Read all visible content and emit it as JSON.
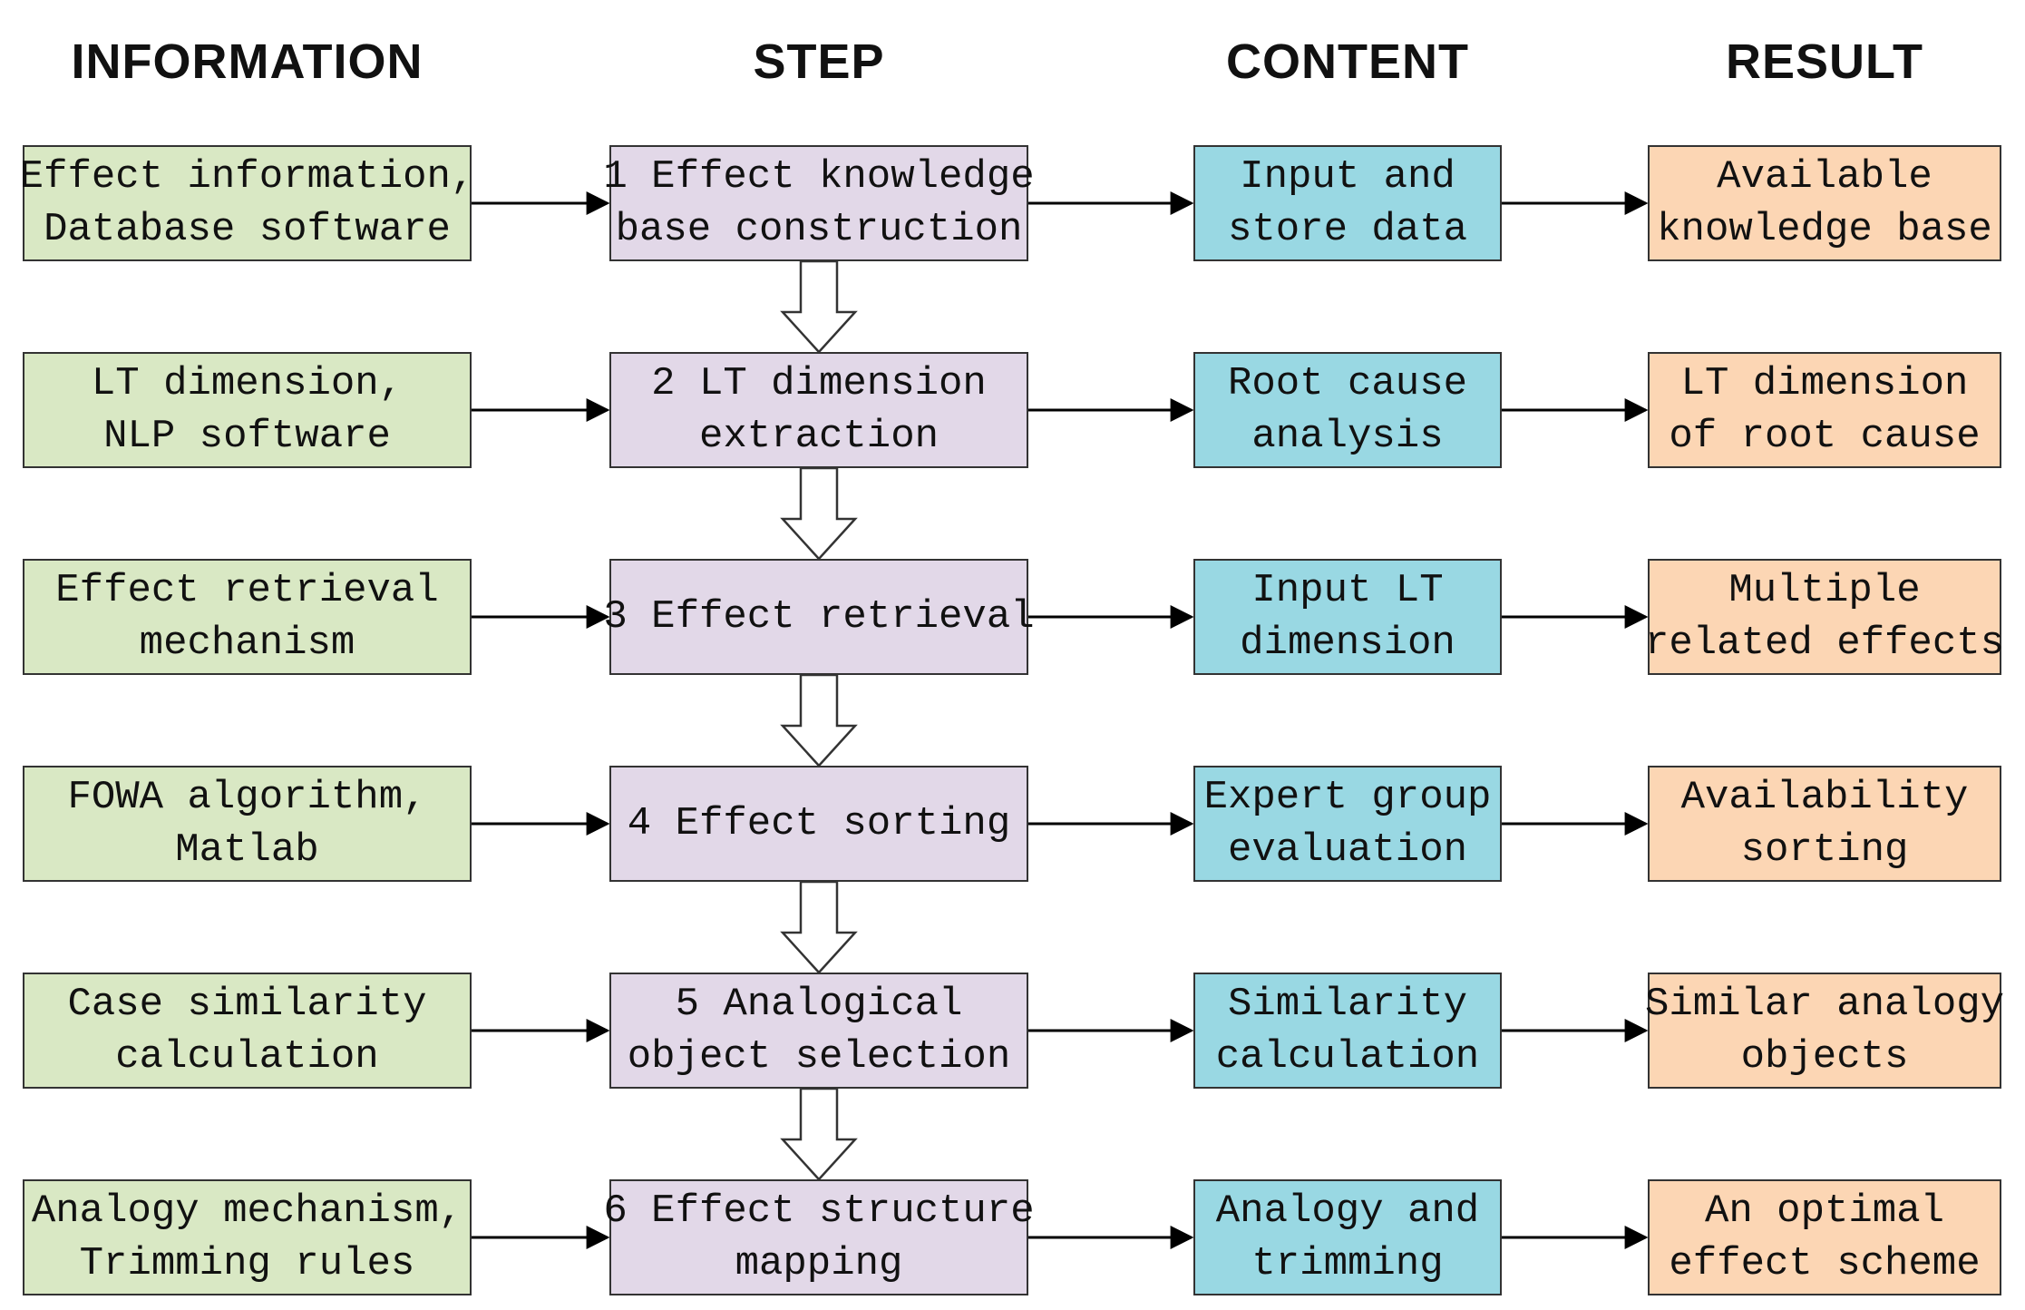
{
  "headers": {
    "information": "INFORMATION",
    "step": "STEP",
    "content": "CONTENT",
    "result": "RESULT"
  },
  "rows": [
    {
      "information": [
        "Effect information,",
        "Database software"
      ],
      "step": [
        "1 Effect knowledge",
        "base construction"
      ],
      "content": [
        "Input and",
        "store data"
      ],
      "result": [
        "Available",
        "knowledge base"
      ]
    },
    {
      "information": [
        "LT dimension,",
        "NLP software"
      ],
      "step": [
        "2 LT dimension",
        "extraction"
      ],
      "content": [
        "Root cause",
        "analysis"
      ],
      "result": [
        "LT dimension",
        "of root cause"
      ]
    },
    {
      "information": [
        "Effect retrieval",
        "mechanism"
      ],
      "step": [
        "3 Effect retrieval"
      ],
      "content": [
        "Input LT",
        "dimension"
      ],
      "result": [
        "Multiple",
        "related effects"
      ]
    },
    {
      "information": [
        "FOWA algorithm,",
        "Matlab"
      ],
      "step": [
        "4 Effect sorting"
      ],
      "content": [
        "Expert group",
        "evaluation"
      ],
      "result": [
        "Availability",
        "sorting"
      ]
    },
    {
      "information": [
        "Case similarity",
        "calculation"
      ],
      "step": [
        "5 Analogical",
        "object selection"
      ],
      "content": [
        "Similarity",
        "calculation"
      ],
      "result": [
        "Similar analogy",
        "objects"
      ]
    },
    {
      "information": [
        "Analogy mechanism,",
        "Trimming rules"
      ],
      "step": [
        "6 Effect structure",
        "mapping"
      ],
      "content": [
        "Analogy and",
        "trimming"
      ],
      "result": [
        "An optimal",
        "effect scheme"
      ]
    }
  ],
  "colors": {
    "information": "#d9e8c4",
    "step": "#e2d8e8",
    "content": "#99d8e3",
    "result": "#fcd6b4",
    "border": "#333333",
    "arrow": "#000000"
  }
}
